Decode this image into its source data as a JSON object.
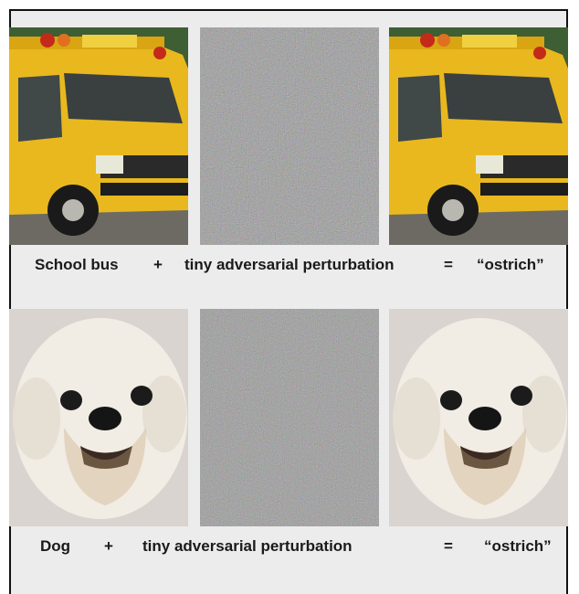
{
  "examples": [
    {
      "subject": "School bus",
      "plus": "+",
      "perturbation": "tiny adversarial perturbation",
      "equals": "=",
      "result": "“ostrich”",
      "colors": {
        "body": "#e9b81e",
        "sky": "#3e5e33",
        "ground": "#6d6a63",
        "noise": "#8b8b86"
      }
    },
    {
      "subject": "Dog",
      "plus": "+",
      "perturbation": "tiny adversarial perturbation",
      "equals": "=",
      "result": "“ostrich”",
      "colors": {
        "fur": "#f1ece4",
        "background": "#d9d4cf",
        "noise": "#8e8e89"
      }
    }
  ]
}
